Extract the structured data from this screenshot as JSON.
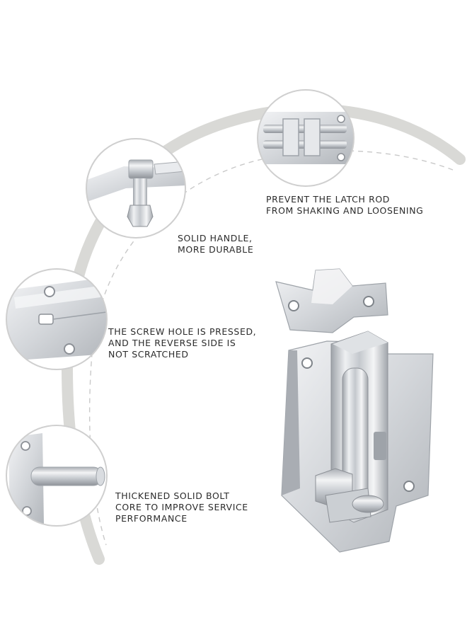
{
  "features": [
    {
      "lines": [
        "PREVENT THE LATCH ROD",
        "FROM SHAKING AND LOOSENING"
      ],
      "detail": "latch-rod-closeup"
    },
    {
      "lines": [
        "SOLID HANDLE,",
        "MORE DURABLE"
      ],
      "detail": "handle-closeup"
    },
    {
      "lines": [
        "THE SCREW HOLE IS PRESSED,",
        "AND THE REVERSE SIDE IS",
        "NOT SCRATCHED"
      ],
      "detail": "screw-hole-closeup"
    },
    {
      "lines": [
        "THICKENED SOLID BOLT",
        "CORE TO IMPROVE SERVICE",
        "PERFORMANCE"
      ],
      "detail": "bolt-core-closeup"
    }
  ],
  "colors": {
    "arc": "#d9d9d6",
    "dashed_guide": "#c9c9c9",
    "bubble_border": "#cfcfcf",
    "steel_light": "#f1f2f4",
    "steel_mid": "#c3c7cc",
    "steel_dark": "#8c9096",
    "text": "#2b2b2b"
  }
}
